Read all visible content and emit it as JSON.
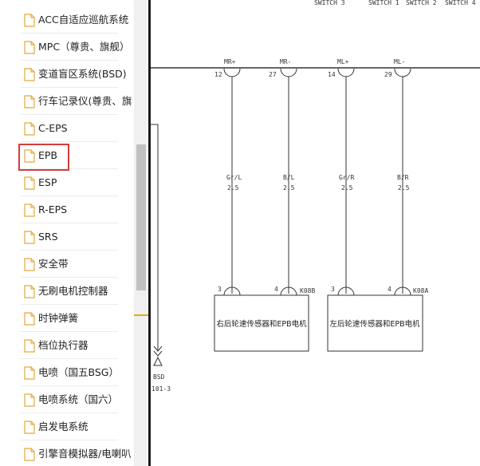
{
  "sidebar": {
    "items": [
      {
        "label": "ACC自适应巡航系统"
      },
      {
        "label": "MPC（尊贵、旗舰）"
      },
      {
        "label": "变道盲区系统(BSD)"
      },
      {
        "label": "行车记录仪(尊贵、旗"
      },
      {
        "label": "C-EPS"
      },
      {
        "label": "EPB"
      },
      {
        "label": "ESP"
      },
      {
        "label": "R-EPS"
      },
      {
        "label": "SRS"
      },
      {
        "label": "安全带"
      },
      {
        "label": "无刷电机控制器"
      },
      {
        "label": "时钟弹簧"
      },
      {
        "label": "档位执行器"
      },
      {
        "label": "电喷（国五BSG）"
      },
      {
        "label": "电喷系统（国六）"
      },
      {
        "label": "启发电系统"
      },
      {
        "label": "引擎音模拟器/电喇叭"
      }
    ],
    "highlighted_index": 5
  },
  "diagram": {
    "top_labels": [
      "SWITCH 3",
      "SWITCH 1",
      "SWITCH 2",
      "SWITCH 4"
    ],
    "pins": [
      {
        "name": "MR+",
        "num": "12",
        "wire": "Gr/L",
        "gauge": "2.5",
        "conn_pin": "3"
      },
      {
        "name": "MR-",
        "num": "27",
        "wire": "B/L",
        "gauge": "2.5",
        "conn_pin": "4"
      },
      {
        "name": "ML+",
        "num": "14",
        "wire": "Gr/R",
        "gauge": "2.5",
        "conn_pin": "3"
      },
      {
        "name": "ML-",
        "num": "29",
        "wire": "B/R",
        "gauge": "2.5",
        "conn_pin": "4"
      }
    ],
    "components": [
      {
        "connector": "K08B",
        "label": "右后轮速传感器和EPB电机"
      },
      {
        "connector": "K08A",
        "label": "左后轮速传感器和EPB电机"
      }
    ],
    "bsd": {
      "name": "BSD",
      "ref": "101-3"
    }
  },
  "colors": {
    "highlight": "#d43c3c",
    "line": "#333333",
    "accent": "#e8a817"
  }
}
